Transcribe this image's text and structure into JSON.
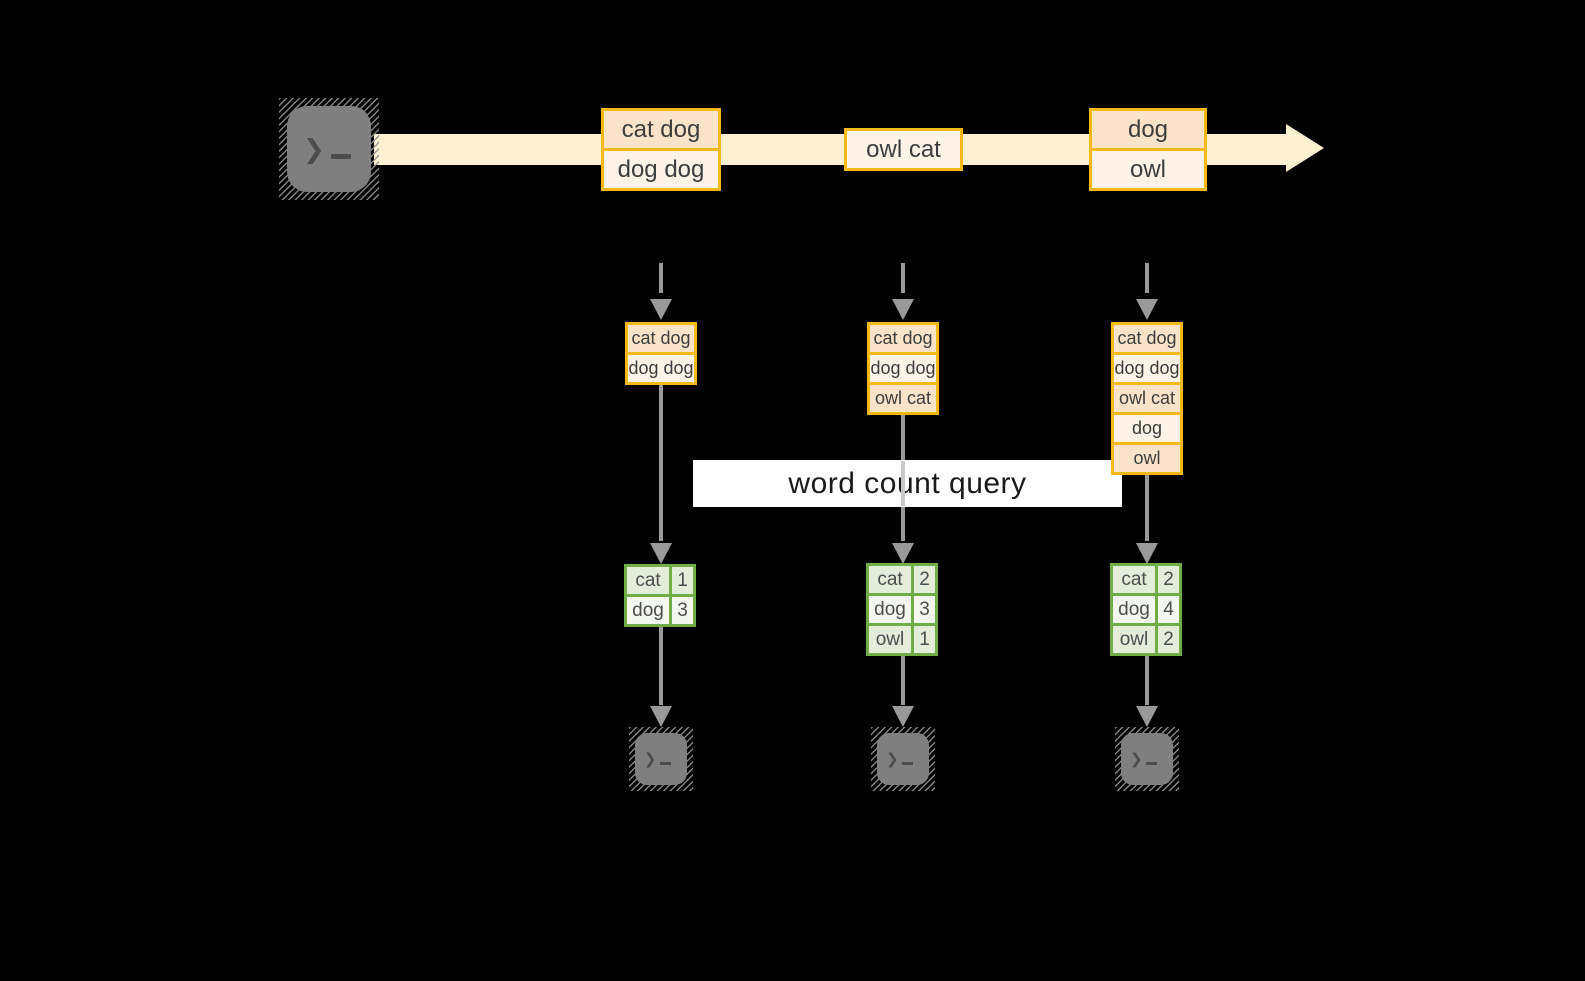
{
  "figure": {
    "query_label": "word count query",
    "stream_groups": [
      {
        "records": [
          "cat dog",
          "dog dog"
        ]
      },
      {
        "records": [
          "owl cat"
        ]
      },
      {
        "records": [
          "dog",
          "owl"
        ]
      }
    ],
    "columns": [
      {
        "buffered_records": [
          "cat dog",
          "dog dog"
        ],
        "word_counts": [
          [
            "cat",
            "1"
          ],
          [
            "dog",
            "3"
          ]
        ]
      },
      {
        "buffered_records": [
          "cat dog",
          "dog dog",
          "owl cat"
        ],
        "word_counts": [
          [
            "cat",
            "2"
          ],
          [
            "dog",
            "3"
          ],
          [
            "owl",
            "1"
          ]
        ]
      },
      {
        "buffered_records": [
          "cat dog",
          "dog dog",
          "owl cat",
          "dog",
          "owl"
        ],
        "word_counts": [
          [
            "cat",
            "2"
          ],
          [
            "dog",
            "4"
          ],
          [
            "owl",
            "2"
          ]
        ]
      }
    ]
  },
  "colors": {
    "accent_gold": "#f9b915",
    "accent_green": "#70ad47",
    "stream_fill": "#fdf1d2",
    "record_fill_dark": "#fae3c8",
    "record_fill_light": "#fdf3e6",
    "table_fill_dark": "#e4ecda",
    "table_fill_light": "#f4f7ef",
    "arrow_gray": "#999999"
  }
}
